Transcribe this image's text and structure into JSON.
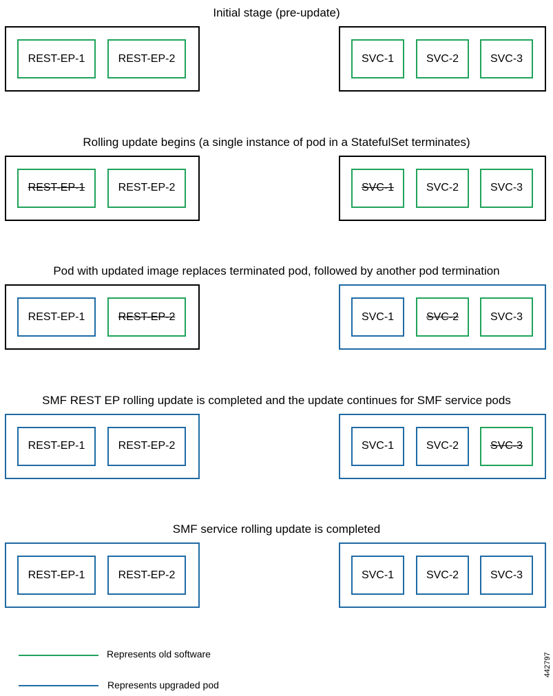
{
  "colors": {
    "old": "#1fa35a",
    "upgraded": "#1e6aa4",
    "group_default": "#000000"
  },
  "stages": [
    {
      "title": "Initial stage (pre-update)",
      "rest_group": "old",
      "svc_group": "old",
      "rest_pods": [
        {
          "label": "REST-EP-1",
          "state": "old",
          "terminating": false
        },
        {
          "label": "REST-EP-2",
          "state": "old",
          "terminating": false
        }
      ],
      "svc_pods": [
        {
          "label": "SVC-1",
          "state": "old",
          "terminating": false
        },
        {
          "label": "SVC-2",
          "state": "old",
          "terminating": false
        },
        {
          "label": "SVC-3",
          "state": "old",
          "terminating": false
        }
      ]
    },
    {
      "title": "Rolling update begins (a single instance of pod in a StatefulSet terminates)",
      "rest_group": "old",
      "svc_group": "old",
      "rest_pods": [
        {
          "label": "REST-EP-1",
          "state": "old",
          "terminating": true
        },
        {
          "label": "REST-EP-2",
          "state": "old",
          "terminating": false
        }
      ],
      "svc_pods": [
        {
          "label": "SVC-1",
          "state": "old",
          "terminating": true
        },
        {
          "label": "SVC-2",
          "state": "old",
          "terminating": false
        },
        {
          "label": "SVC-3",
          "state": "old",
          "terminating": false
        }
      ]
    },
    {
      "title": "Pod with updated image replaces terminated pod, followed by another pod termination",
      "rest_group": "old",
      "svc_group": "upgraded",
      "rest_pods": [
        {
          "label": "REST-EP-1",
          "state": "upgraded",
          "terminating": false
        },
        {
          "label": "REST-EP-2",
          "state": "old",
          "terminating": true
        }
      ],
      "svc_pods": [
        {
          "label": "SVC-1",
          "state": "upgraded",
          "terminating": false
        },
        {
          "label": "SVC-2",
          "state": "old",
          "terminating": true
        },
        {
          "label": "SVC-3",
          "state": "old",
          "terminating": false
        }
      ]
    },
    {
      "title": "SMF REST EP rolling update is completed and the update continues for SMF service pods",
      "rest_group": "upgraded",
      "svc_group": "upgraded",
      "rest_pods": [
        {
          "label": "REST-EP-1",
          "state": "upgraded",
          "terminating": false
        },
        {
          "label": "REST-EP-2",
          "state": "upgraded",
          "terminating": false
        }
      ],
      "svc_pods": [
        {
          "label": "SVC-1",
          "state": "upgraded",
          "terminating": false
        },
        {
          "label": "SVC-2",
          "state": "upgraded",
          "terminating": false
        },
        {
          "label": "SVC-3",
          "state": "old",
          "terminating": true
        }
      ]
    },
    {
      "title": "SMF service rolling update is completed",
      "rest_group": "upgraded",
      "svc_group": "upgraded",
      "rest_pods": [
        {
          "label": "REST-EP-1",
          "state": "upgraded",
          "terminating": false
        },
        {
          "label": "REST-EP-2",
          "state": "upgraded",
          "terminating": false
        }
      ],
      "svc_pods": [
        {
          "label": "SVC-1",
          "state": "upgraded",
          "terminating": false
        },
        {
          "label": "SVC-2",
          "state": "upgraded",
          "terminating": false
        },
        {
          "label": "SVC-3",
          "state": "upgraded",
          "terminating": false
        }
      ]
    }
  ],
  "legend": {
    "old_label": "Represents old software",
    "upgraded_label": "Represents upgraded pod"
  },
  "figure_id": "442797"
}
